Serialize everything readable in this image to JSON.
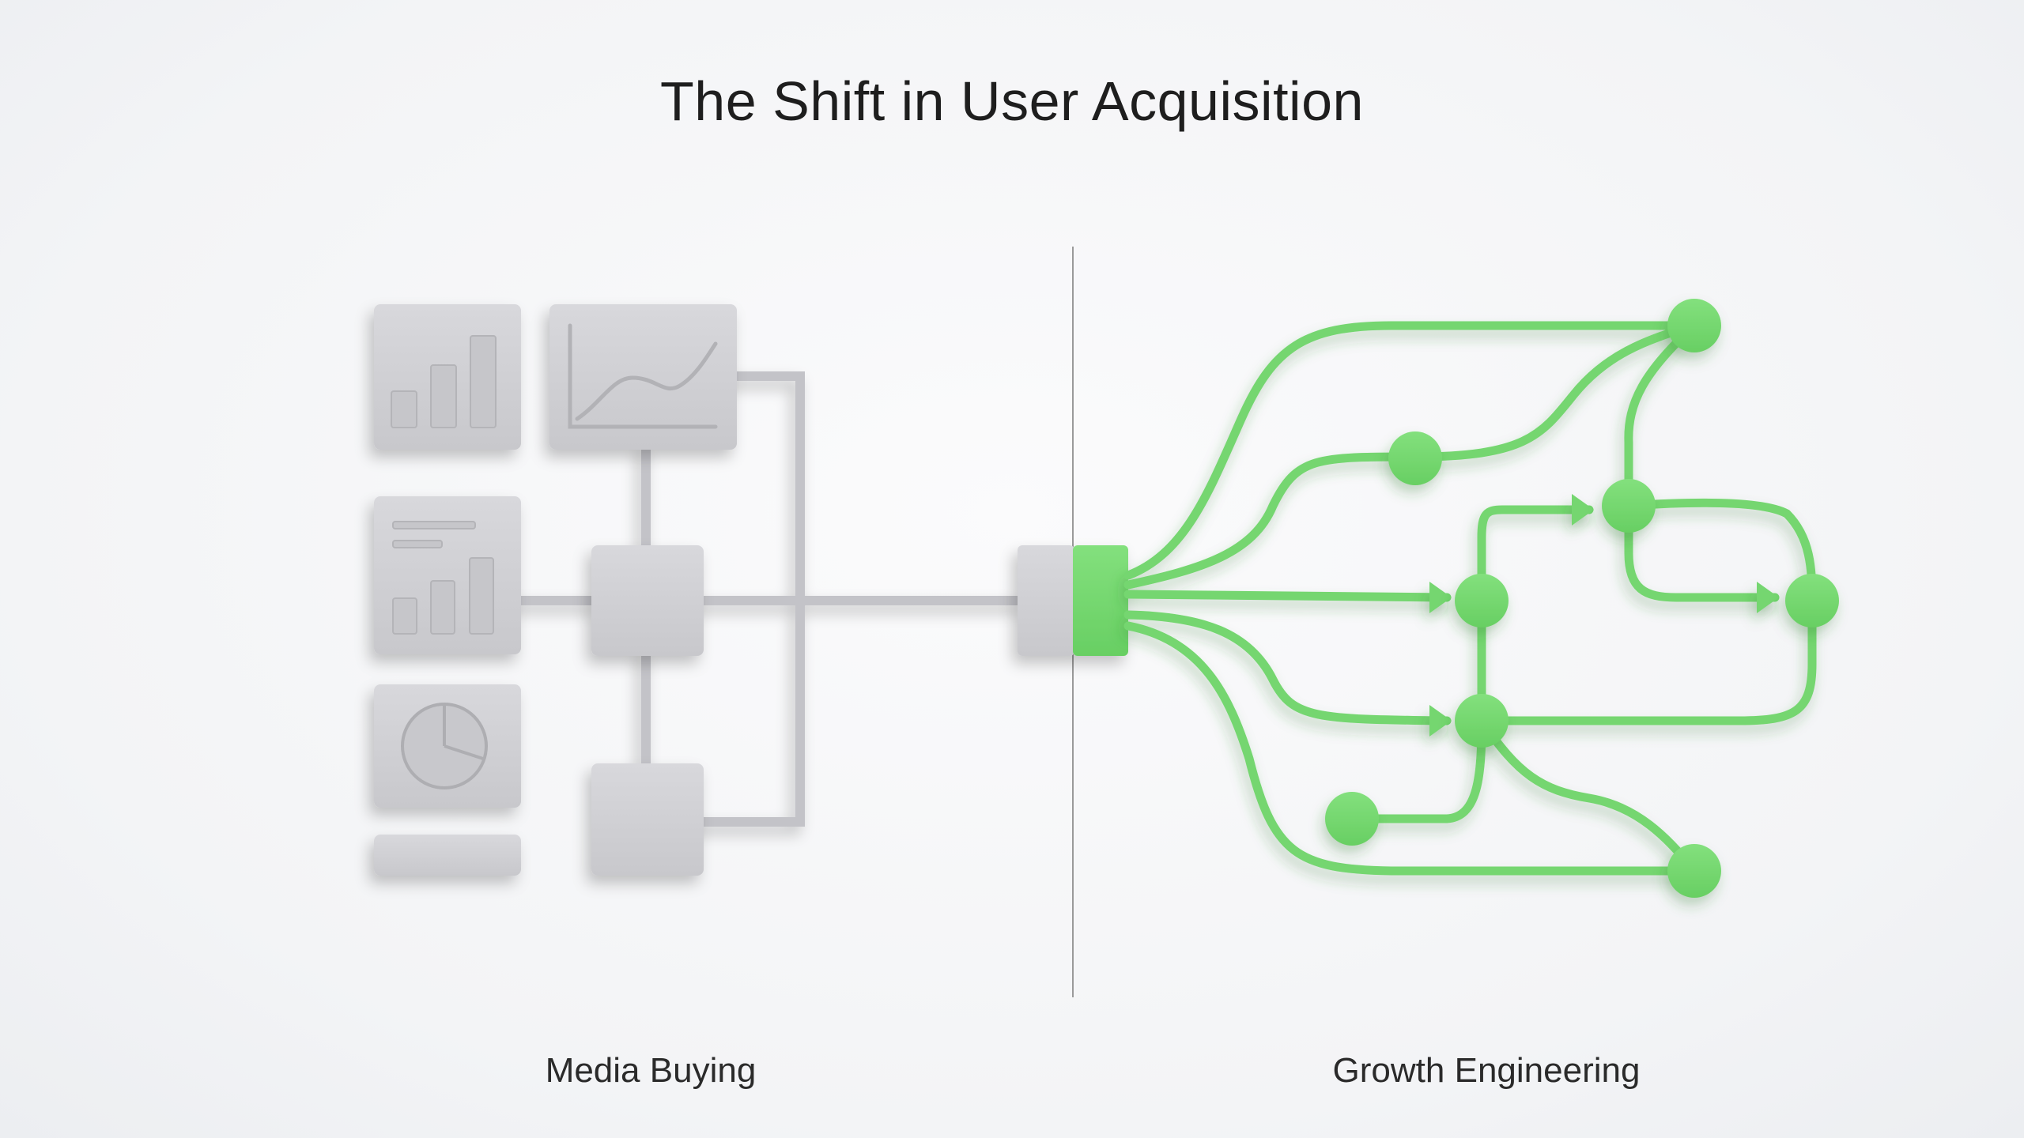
{
  "title": "The Shift in User Acquisition",
  "left_label": "Media Buying",
  "right_label": "Growth Engineering",
  "colors": {
    "tile": "#cfcfd3",
    "tile_shade": "#b9b9bd",
    "connector": "#c3c3c8",
    "divider": "#9a9a9a",
    "network": "#72d66e",
    "network_node": "#79db74"
  },
  "icons": [
    "bar-chart-icon",
    "line-chart-icon",
    "report-chart-icon",
    "pie-chart-icon"
  ]
}
